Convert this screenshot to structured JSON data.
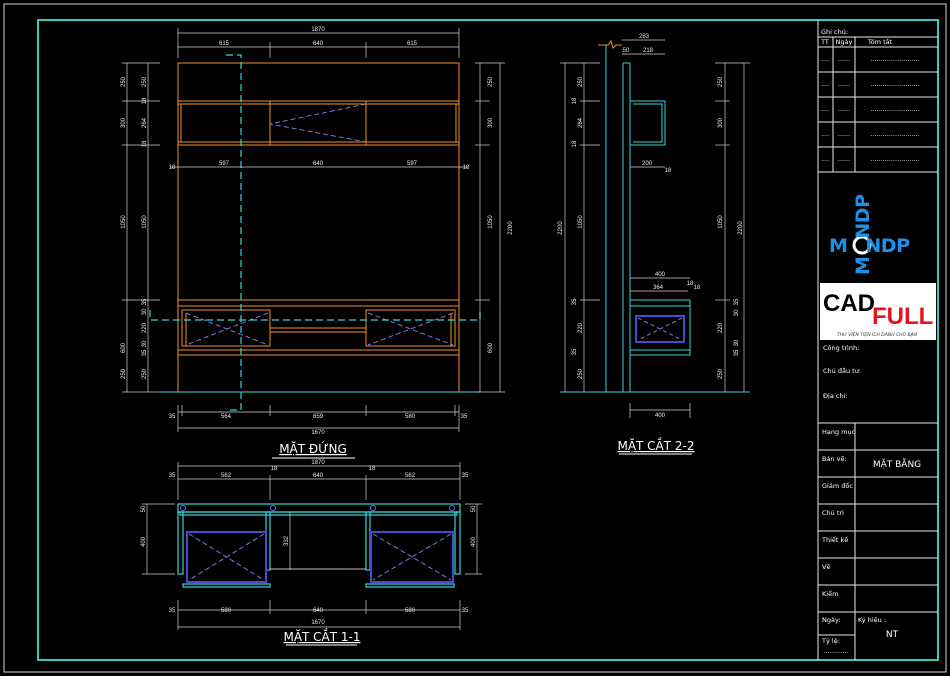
{
  "colors": {
    "frame": "#3ec6c0",
    "cabinet": "#f0902a",
    "section": "#36d6d6",
    "hidden": "#7a7ae0",
    "dim": "#e0e0e0",
    "logo_blue": "#1e90e8",
    "cad_red": "#e8141c"
  },
  "elevation": {
    "title": "MẶT ĐỨNG",
    "top_total": "1870",
    "top_parts": [
      "615",
      "640",
      "615"
    ],
    "inner_parts": [
      "18",
      "597",
      "640",
      "597",
      "18"
    ],
    "left_outer": [
      "250",
      "300",
      "1050",
      "600",
      "250"
    ],
    "left_inner": [
      "250",
      "18",
      "264",
      "18",
      "1050",
      "35",
      "30",
      "220",
      "30",
      "35",
      "250"
    ],
    "right_dims": [
      "250",
      "300",
      "1050",
      "600",
      "2200"
    ],
    "bottom_parts": [
      "35",
      "564",
      "659",
      "580",
      "35"
    ],
    "bottom_total": "1670"
  },
  "section22": {
    "title": "MẶT CẮT 2-2",
    "top": [
      "283",
      "50",
      "218"
    ],
    "shelf": [
      "200",
      "18"
    ],
    "left": [
      "2200",
      "250",
      "18",
      "264",
      "18",
      "1050",
      "35",
      "220",
      "35",
      "250"
    ],
    "right": [
      "250",
      "300",
      "1050",
      "35",
      "30",
      "220",
      "30",
      "35",
      "250",
      "2200"
    ],
    "drawer": [
      "400",
      "364",
      "18",
      "18"
    ],
    "bottom": "400"
  },
  "section11": {
    "title": "MẶT CẮT 1-1",
    "top_total": "1870",
    "top_parts": [
      "35",
      "562",
      "18",
      "640",
      "18",
      "562",
      "35"
    ],
    "left": [
      "50",
      "400"
    ],
    "inner": "332",
    "right": [
      "50",
      "400"
    ],
    "bottom_parts": [
      "35",
      "580",
      "640",
      "580",
      "35"
    ],
    "bottom_total": "1670"
  },
  "title_block": {
    "notes_label": "Ghi chú:",
    "notes_headers": [
      "TT",
      "Ngày",
      "Tóm tắt"
    ],
    "notes_rows": [
      [
        "....",
        "......",
        "........................"
      ],
      [
        "....",
        "......",
        "........................"
      ],
      [
        "....",
        "......",
        "........................"
      ],
      [
        "....",
        "......",
        "........................"
      ],
      [
        "....",
        "......",
        "........................"
      ]
    ],
    "logo_text": "MONDP",
    "cad_text": "CAD",
    "full_text": "FULL",
    "cad_tagline": "THƯ VIỆN TIỆN ÍCH DÀNH CHO BẠN",
    "project_fields": [
      "Công trình:",
      "Chủ đầu tư:",
      "Địa chỉ:"
    ],
    "rows": [
      {
        "label": "Hạng mục",
        "value": ""
      },
      {
        "label": "Bản vẽ:",
        "value": "MẶT BẰNG"
      },
      {
        "label": "Giám đốc",
        "value": ""
      },
      {
        "label": "Chủ trì",
        "value": ""
      },
      {
        "label": "Thiết kế",
        "value": ""
      },
      {
        "label": "Vẽ",
        "value": ""
      },
      {
        "label": "Kiểm",
        "value": ""
      }
    ],
    "date_label": "Ngày:",
    "symbol_label": "Ký hiệu :",
    "symbol_value": "NT",
    "scale_label": "Tỷ lệ:",
    "scale_value": "............"
  }
}
